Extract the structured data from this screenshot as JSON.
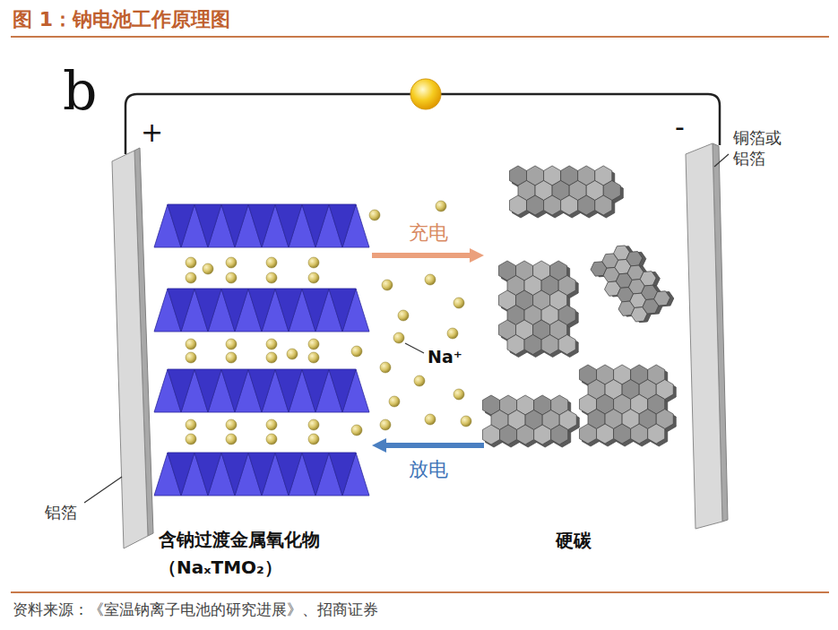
{
  "diagram": {
    "title": "图 1：钠电池工作原理图",
    "caption": "资料来源：《室温钠离子电池的研究进展》、招商证券",
    "nodes": [
      {
        "text": [
          "含钠过渡金属氧化物（NaₓTMO₂）"
        ]
      },
      {
        "text": [
          "硬碳"
        ]
      }
    ],
    "edges": [
      {
        "from": 0,
        "to": 1,
        "label": "充电",
        "arrow": "to"
      },
      {
        "from": 1,
        "to": 0,
        "label": "放电",
        "arrow": "to"
      }
    ],
    "labels": [
      "b",
      "+",
      "-",
      "铜箔或铝箔",
      "Na⁺",
      "铝箔"
    ]
  }
}
